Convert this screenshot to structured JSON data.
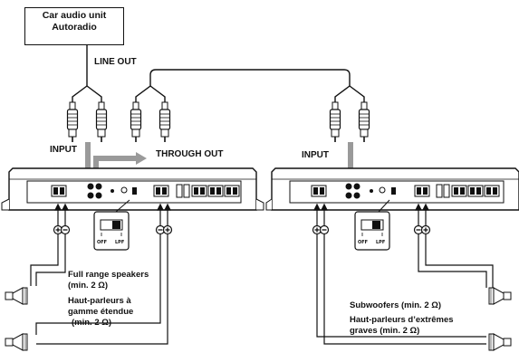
{
  "head_unit": {
    "line1": "Car audio unit",
    "line2": "Autoradio"
  },
  "labels": {
    "line_out": "LINE OUT",
    "input_left": "INPUT",
    "through_out": "THROUGH OUT",
    "input_right": "INPUT"
  },
  "switch": {
    "off": "OFF",
    "lpf": "LPF"
  },
  "left_speakers": {
    "line1": "Full range speakers",
    "line2": "(min. 2 Ω)",
    "line3": "Haut-parleurs à",
    "line4": "gamme étendue",
    "line5": "(min. 2 Ω)"
  },
  "right_speakers": {
    "line1": "Subwoofers (min. 2 Ω)",
    "line2": "Haut-parleurs d’extrêmes",
    "line3": "graves (min. 2 Ω)"
  },
  "colors": {
    "line": "#111111",
    "accent_gray": "#9a9a9a",
    "fill_light": "#eeeeee"
  }
}
